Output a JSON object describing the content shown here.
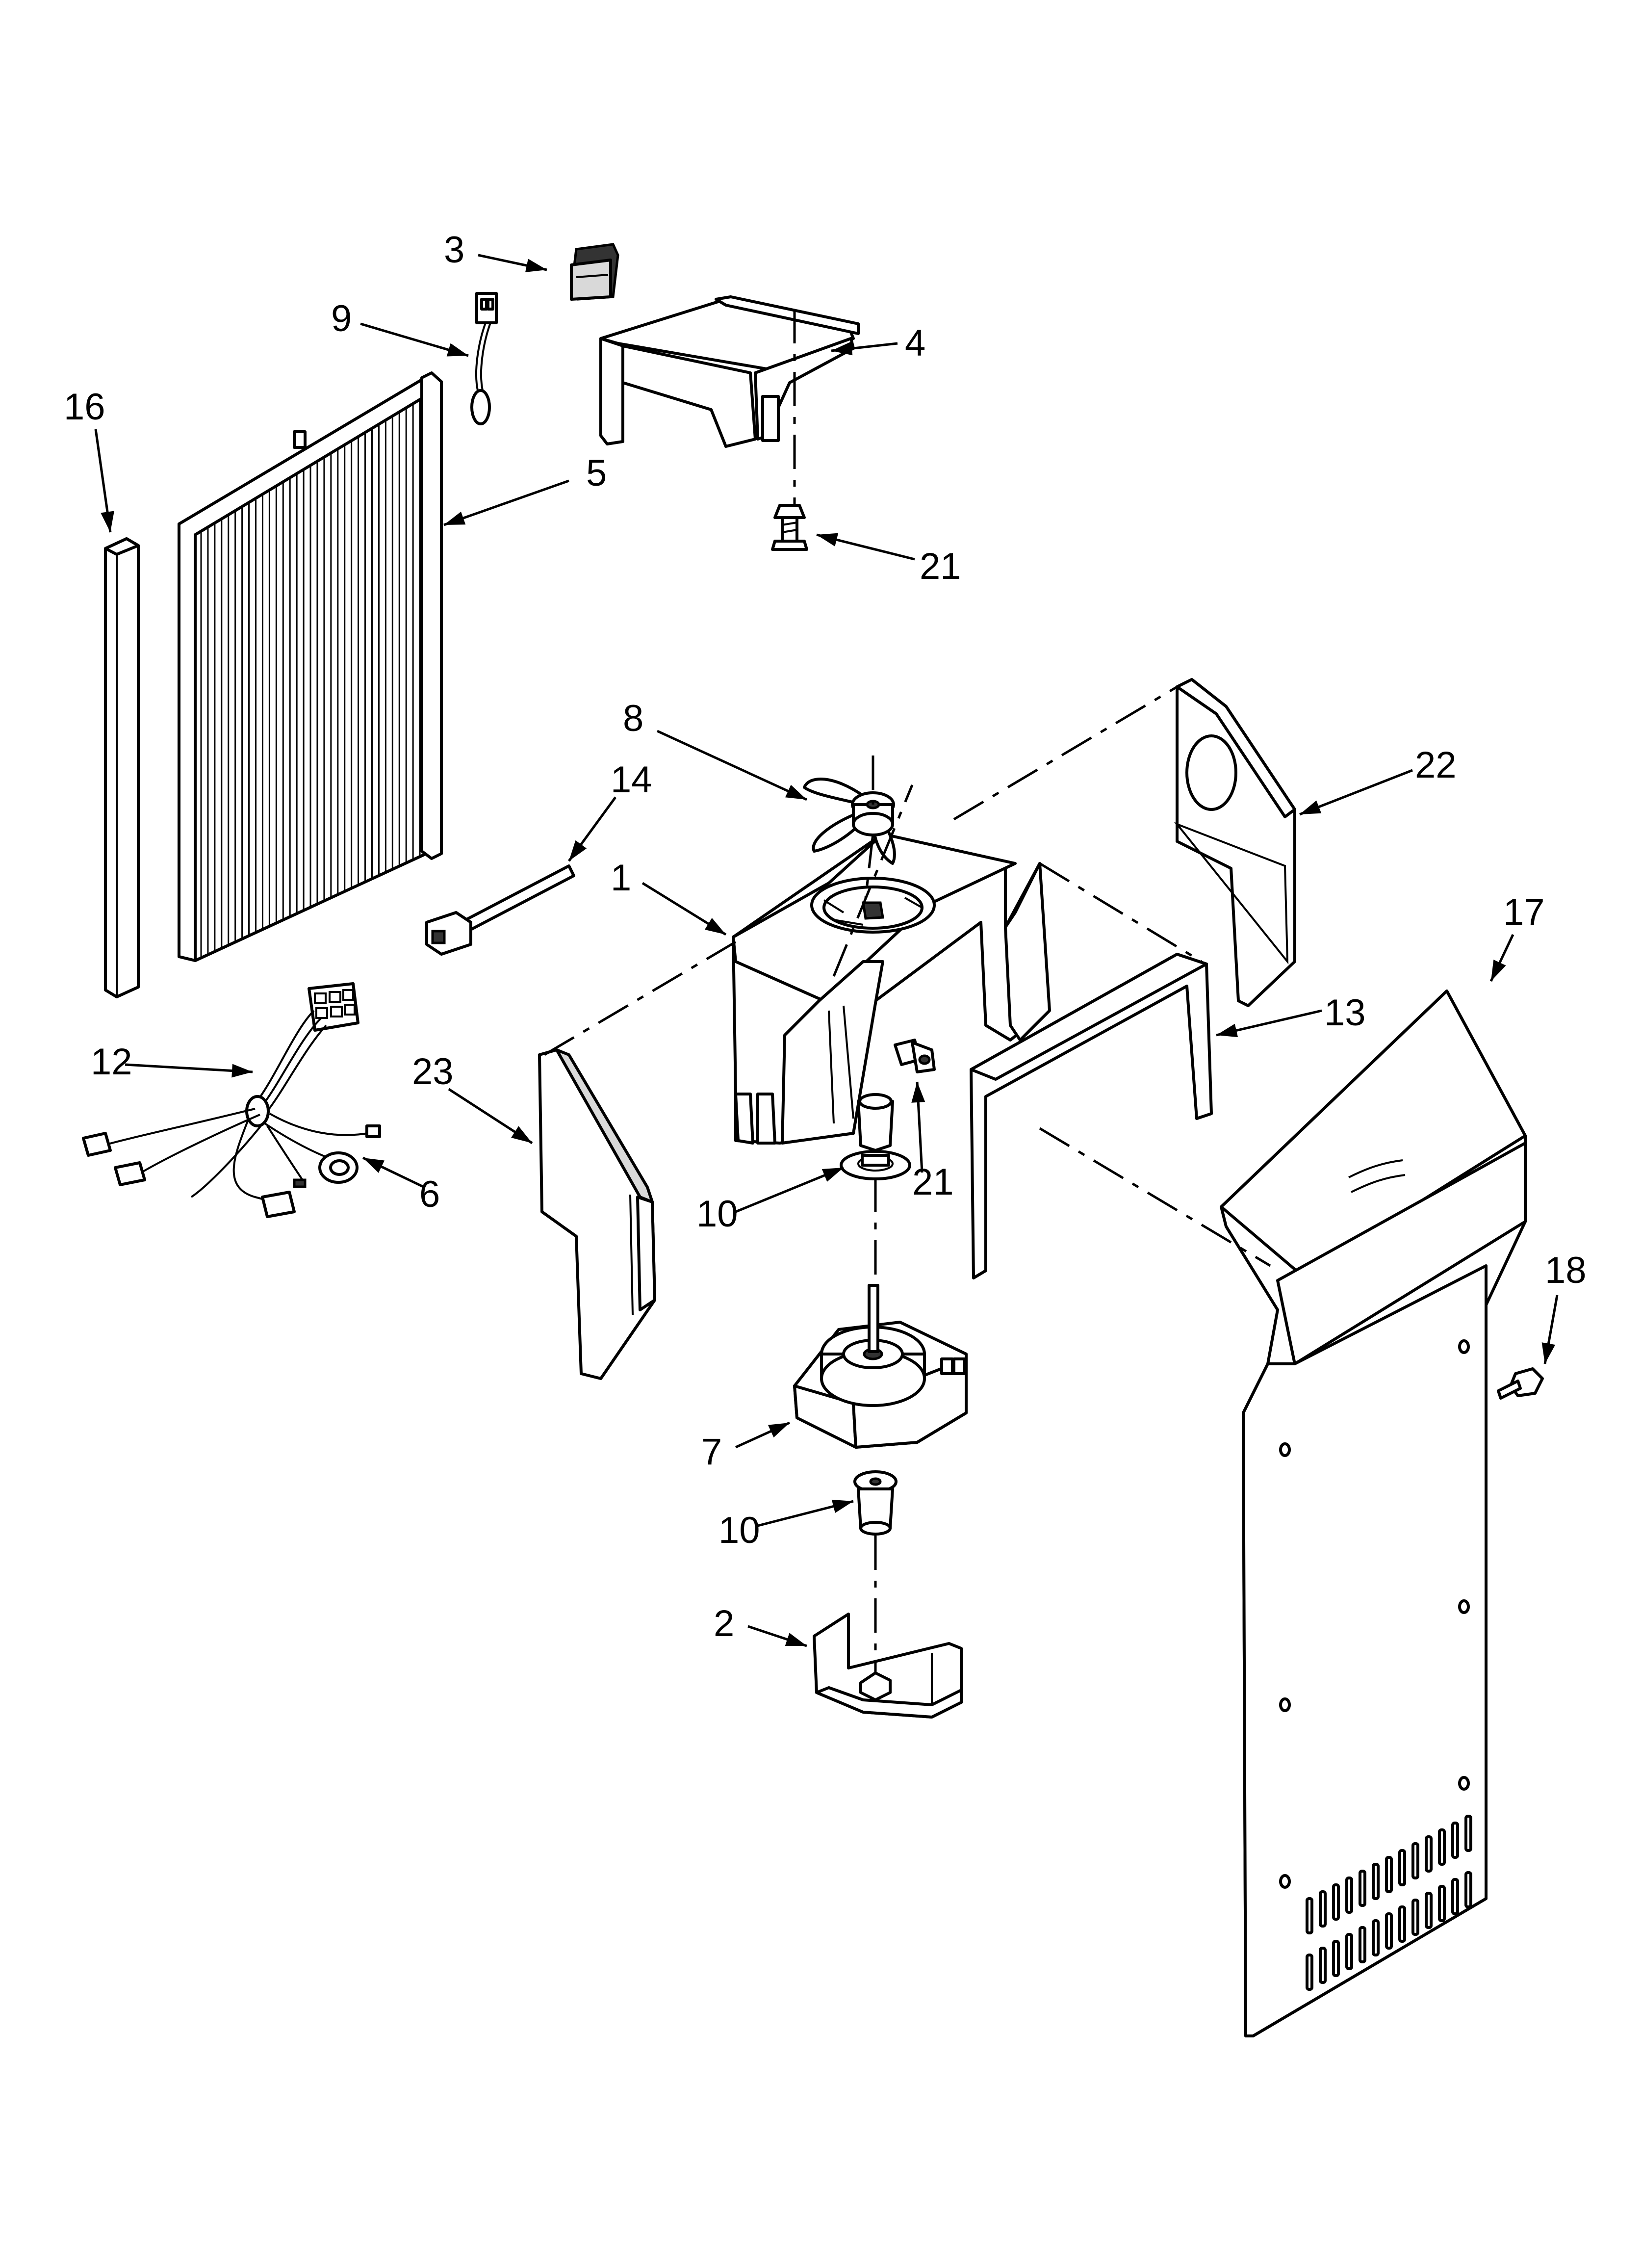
{
  "diagram": {
    "type": "exploded-parts-diagram",
    "callouts": [
      {
        "id": "c1",
        "label": "1",
        "part": "fan-shroud"
      },
      {
        "id": "c2",
        "label": "2",
        "part": "motor-bracket"
      },
      {
        "id": "c3",
        "label": "3",
        "part": "small-clip"
      },
      {
        "id": "c4",
        "label": "4",
        "part": "evaporator-cover-bracket"
      },
      {
        "id": "c5",
        "label": "5",
        "part": "evaporator"
      },
      {
        "id": "c6",
        "label": "6",
        "part": "grommet"
      },
      {
        "id": "c7",
        "label": "7",
        "part": "fan-motor"
      },
      {
        "id": "c8",
        "label": "8",
        "part": "fan-blade"
      },
      {
        "id": "c9",
        "label": "9",
        "part": "thermistor"
      },
      {
        "id": "c10a",
        "label": "10",
        "part": "motor-grommet-upper"
      },
      {
        "id": "c10b",
        "label": "10",
        "part": "motor-grommet-lower"
      },
      {
        "id": "c12",
        "label": "12",
        "part": "wire-harness"
      },
      {
        "id": "c13",
        "label": "13",
        "part": "duct-seal-frame"
      },
      {
        "id": "c14",
        "label": "14",
        "part": "cable-tie"
      },
      {
        "id": "c16",
        "label": "16",
        "part": "foam-strip"
      },
      {
        "id": "c17",
        "label": "17",
        "part": "rear-panel"
      },
      {
        "id": "c18",
        "label": "18",
        "part": "screw-panel"
      },
      {
        "id": "c21a",
        "label": "21",
        "part": "screw-bracket"
      },
      {
        "id": "c21b",
        "label": "21",
        "part": "screw-shroud"
      },
      {
        "id": "c22",
        "label": "22",
        "part": "side-baffle-right"
      },
      {
        "id": "c23",
        "label": "23",
        "part": "side-baffle-left"
      }
    ]
  }
}
